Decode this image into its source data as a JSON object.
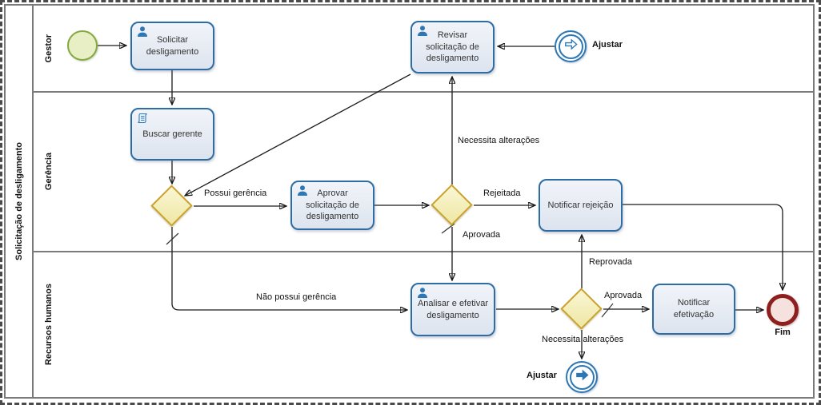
{
  "pool": {
    "title": "Solicitação de desligamento"
  },
  "lanes": [
    {
      "label": "Gestor"
    },
    {
      "label": "Gerência"
    },
    {
      "label": "Recursos humanos"
    }
  ],
  "nodes": {
    "task_solicitar": {
      "label": "Solicitar desligamento",
      "icon": "user"
    },
    "task_buscar": {
      "label": "Buscar gerente",
      "icon": "script"
    },
    "task_revisar": {
      "label": "Revisar solicitação de desligamento",
      "icon": "user"
    },
    "task_aprovar": {
      "label": "Aprovar solicitação de desligamento",
      "icon": "user"
    },
    "task_notificar_rejeicao": {
      "label": "Notificar rejeição",
      "icon": "none"
    },
    "task_analisar": {
      "label": "Analisar e efetivar desligamento",
      "icon": "user"
    },
    "task_notificar_efetivacao": {
      "label": "Notificar efetivação",
      "icon": "none"
    },
    "event_start": {
      "label": ""
    },
    "event_ajustar_catch": {
      "label": "Ajustar"
    },
    "event_ajustar_throw": {
      "label": "Ajustar"
    },
    "event_fim": {
      "label": "Fim"
    }
  },
  "flow_labels": {
    "possui_gerencia": "Possui gerência",
    "nao_possui_gerencia": "Não possui gerência",
    "rejeitada": "Rejeitada",
    "aprovada_g2": "Aprovada",
    "necessita_alteracoes_g2": "Necessita alterações",
    "reprovada": "Reprovada",
    "aprovada_g3": "Aprovada",
    "necessita_alteracoes_g3": "Necessita alterações"
  },
  "colors": {
    "task_border": "#2e6da4",
    "task_fill": "#e4eaf3",
    "gateway_border": "#c9a227",
    "gateway_fill": "#f4edae",
    "start_border": "#85a840",
    "start_fill": "#e9efc4",
    "end_border": "#8e1f1f",
    "end_fill": "#f5e1dd",
    "event_blue": "#2d77b5",
    "lane_border": "#7a7a7a"
  }
}
